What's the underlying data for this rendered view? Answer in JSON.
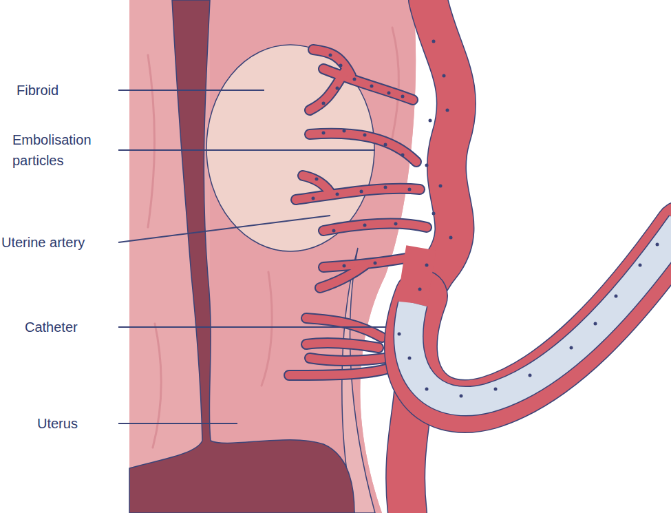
{
  "diagram": {
    "labels": [
      "Fibroid",
      "Embolisation particles",
      "Uterine artery",
      "Catheter",
      "Uterus"
    ]
  }
}
